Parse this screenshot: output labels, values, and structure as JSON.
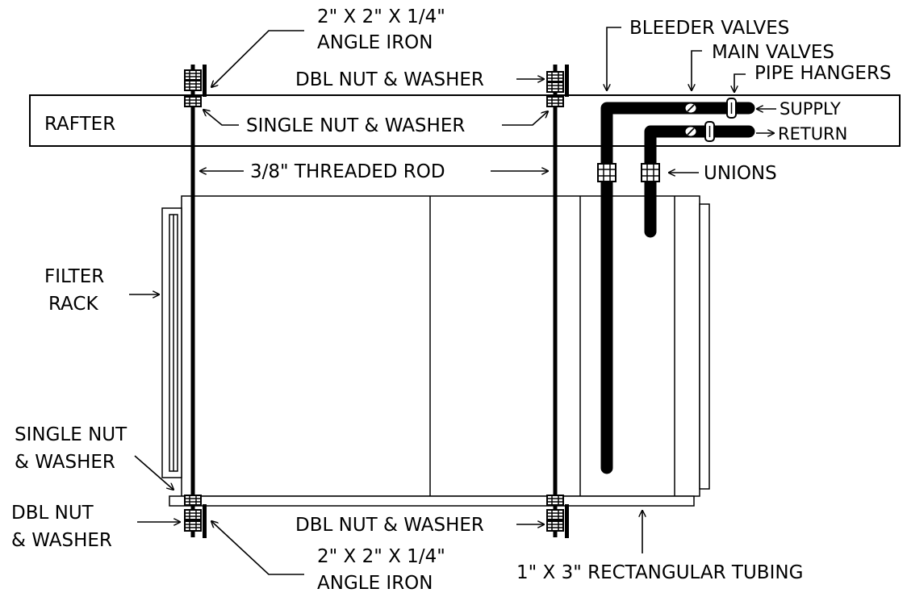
{
  "labels": {
    "angle_iron_top_1": "2\" X 2\" X 1/4\"",
    "angle_iron_top_2": "ANGLE IRON",
    "dbl_nut_top": "DBL NUT & WASHER",
    "bleeder_valves": "BLEEDER VALVES",
    "main_valves": "MAIN VALVES",
    "pipe_hangers": "PIPE HANGERS",
    "rafter": "RAFTER",
    "single_nut_top": "SINGLE NUT & WASHER",
    "supply": "SUPPLY",
    "return": "RETURN",
    "threaded_rod": "3/8\" THREADED ROD",
    "unions": "UNIONS",
    "filter_rack_1": "FILTER",
    "filter_rack_2": "RACK",
    "single_nut_bottom_1": "SINGLE NUT",
    "single_nut_bottom_2": "& WASHER",
    "dbl_nut_left_1": "DBL NUT",
    "dbl_nut_left_2": "& WASHER",
    "dbl_nut_bottom": "DBL NUT & WASHER",
    "angle_iron_bottom_1": "2\" X 2\" X 1/4\"",
    "angle_iron_bottom_2": "ANGLE IRON",
    "rect_tubing": "1\" X 3\" RECTANGULAR TUBING"
  }
}
